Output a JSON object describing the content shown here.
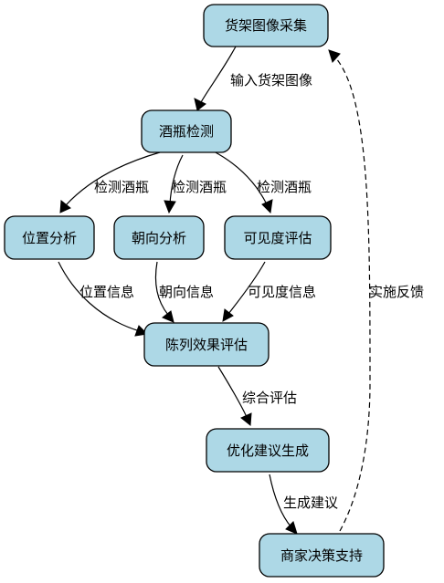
{
  "diagram": {
    "nodes": {
      "collect": "货架图像采集",
      "detect": "酒瓶检测",
      "position": "位置分析",
      "orientation": "朝向分析",
      "visibility": "可见度评估",
      "evaluate": "陈列效果评估",
      "optimize": "优化建议生成",
      "decision": "商家决策支持"
    },
    "edges": {
      "collect_to_detect": "输入货架图像",
      "detect_to_position": "检测酒瓶",
      "detect_to_orientation": "检测酒瓶",
      "detect_to_visibility": "检测酒瓶",
      "position_to_evaluate": "位置信息",
      "orientation_to_evaluate": "朝向信息",
      "visibility_to_evaluate": "可见度信息",
      "evaluate_to_optimize": "综合评估",
      "optimize_to_decision": "生成建议",
      "decision_to_collect": "实施反馈"
    },
    "colors": {
      "node_fill": "#add8e6",
      "stroke": "#000000"
    }
  }
}
